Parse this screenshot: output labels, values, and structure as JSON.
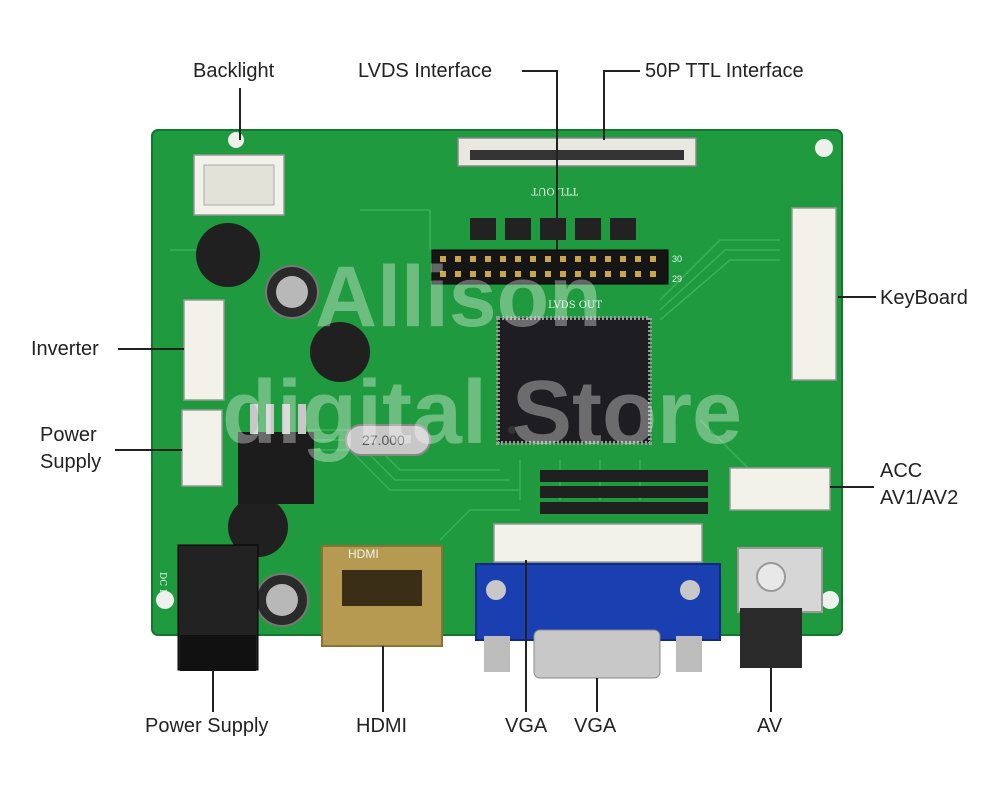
{
  "labels": {
    "backlight": "Backlight",
    "lvds": "LVDS Interface",
    "ttl50p": "50P TTL Interface",
    "keyboard": "KeyBoard",
    "inverter": "Inverter",
    "power_supply_left_line1": "Power",
    "power_supply_left_line2": "Supply",
    "acc_line1": "ACC",
    "acc_line2": "AV1/AV2",
    "power_supply_bottom": "Power Supply",
    "hdmi": "HDMI",
    "vga_a": "VGA",
    "vga_b": "VGA",
    "av": "AV"
  },
  "board_text": {
    "ttl_out": "TTL OUT",
    "lvds_out": "LVDS OUT",
    "crystal": "27.000",
    "hdmi_silk": "HDMI",
    "dc_in": "DC IN",
    "pin_30": "30",
    "pin_29": "29"
  },
  "watermark": {
    "line1": "Allison",
    "line2": "digital Store"
  },
  "colors": {
    "pcb": "#1f9a3e",
    "trace": "#3fb85a",
    "connector_white": "#f2f2ea",
    "vga_blue": "#1a3fb0",
    "chip": "#1e1e22",
    "metal": "#c8c8c8"
  }
}
